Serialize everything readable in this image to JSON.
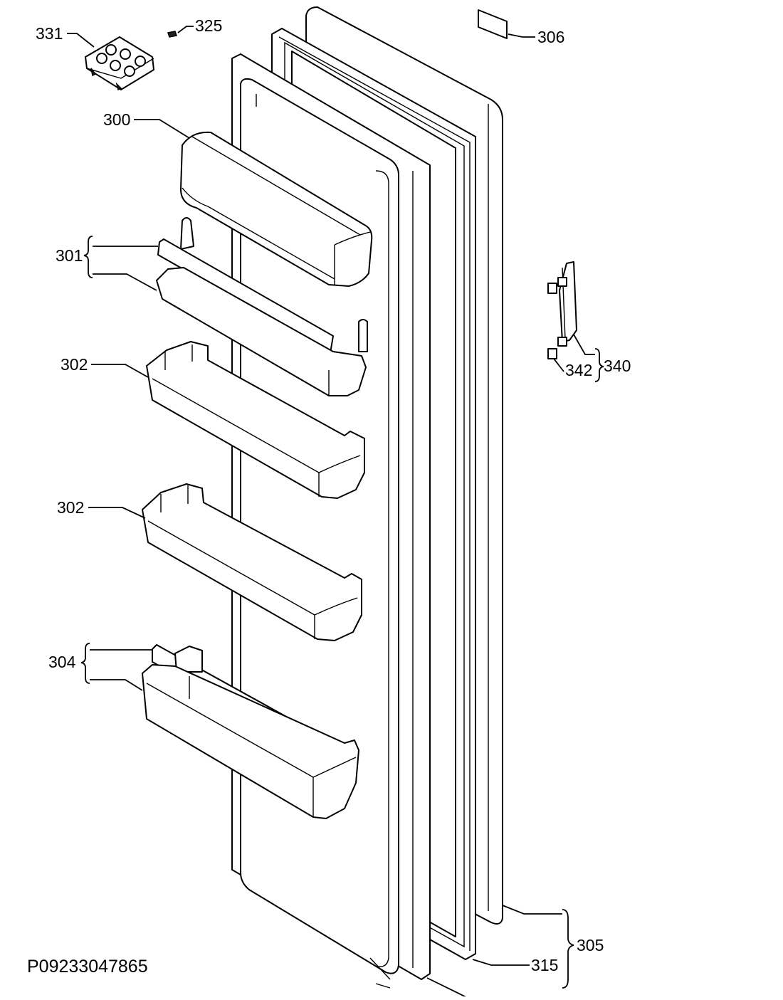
{
  "diagram": {
    "drawing_code": "P09233047865",
    "part_labels": {
      "p331": "331",
      "p325": "325",
      "p306": "306",
      "p300": "300",
      "p301": "301",
      "p302a": "302",
      "p302b": "302",
      "p304": "304",
      "p342": "342",
      "p340": "340",
      "p315": "315",
      "p305": "305"
    }
  }
}
